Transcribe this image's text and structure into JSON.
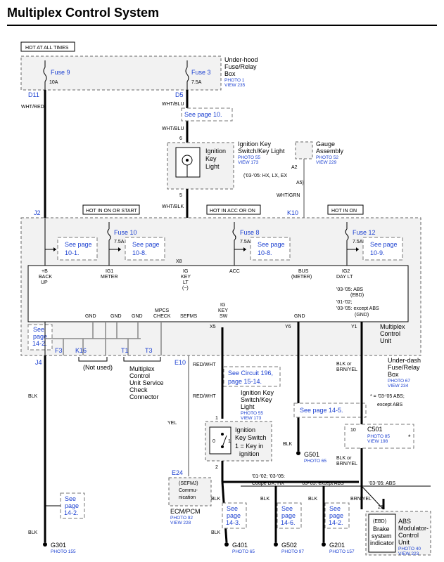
{
  "title": "Multiplex Control System",
  "hot_at_all_times": "HOT AT ALL TIMES",
  "underhood_box": {
    "name_lines": [
      "Under-hood",
      "Fuse/Relay",
      "Box"
    ],
    "photo": "PHOTO 1",
    "view": "VIEW 235"
  },
  "fuse9": {
    "label": "Fuse 9",
    "amps": "10A"
  },
  "fuse3": {
    "label": "Fuse 3",
    "amps": "7.5A"
  },
  "loc_d11": "D11",
  "loc_d5": "D5",
  "wire_wht_red": "WHT/RED",
  "wire_wht_blu_1": "WHT/BLU",
  "wire_wht_blu_2": "WHT/BLU",
  "see_page_10": "See page 10.",
  "ign_key_light": {
    "pin_top": "6",
    "pin_bottom": "5",
    "label_lines": [
      "Ignition",
      "Key",
      "Light"
    ],
    "name_lines": [
      "Ignition Key",
      "Switch/Key Light"
    ],
    "photo": "PHOTO 55",
    "view": "VIEW 173"
  },
  "gauge": {
    "name_lines": [
      "Gauge",
      "Assembly"
    ],
    "photo": "PHOTO 52",
    "view": "VIEW 229",
    "pin": "A2",
    "note_lines": [
      "('03-'05: HX, LX, EX",
      "A5)"
    ]
  },
  "wire_wht_grn": "WHT/GRN",
  "wire_wht_blk": "WHT/BLK",
  "loc_j2": "J2",
  "loc_k10": "K10",
  "loc_x8": "X8",
  "hot_run_start": "HOT IN ON OR START",
  "hot_acc_on": "HOT IN ACC OR ON",
  "hot_on": "HOT IN ON",
  "see_10_1": [
    "See page",
    "10-1."
  ],
  "fuse10": {
    "label": "Fuse 10",
    "amps": "7.5A"
  },
  "see_10_8a": [
    "See page",
    "10-8."
  ],
  "fuse8": {
    "label": "Fuse 8",
    "amps": "7.5A"
  },
  "see_10_8b": [
    "See page",
    "10-8."
  ],
  "fuse12": {
    "label": "Fuse 12",
    "amps": "7.5A"
  },
  "see_10_9": [
    "See page",
    "10-9."
  ],
  "term_backup": [
    "+B",
    "BACK",
    "UP"
  ],
  "term_ig1": [
    "IG1",
    "METER"
  ],
  "term_igkey": [
    "IG",
    "KEY",
    "LT",
    "(−)"
  ],
  "term_acc": [
    "ACC"
  ],
  "term_bus": [
    "BUS",
    "(METER)"
  ],
  "term_ig2": [
    "IG2",
    "DAY LT"
  ],
  "abs_note_lines": [
    "'03-'05: ABS",
    "(EBD)",
    "'01-'02;",
    "'03-'05: except ABS",
    "(GND)"
  ],
  "term_gnd1": "GND",
  "term_gnd2": "GND",
  "term_gnd3": "GND",
  "term_mpcs": [
    "MPCS",
    "CHECK"
  ],
  "term_sefms": "SEFMS",
  "term_igkeysw": [
    "IG",
    "KEY",
    "SW"
  ],
  "term_gnd4": "GND",
  "loc_x5": "X5",
  "loc_y6": "Y6",
  "loc_y1": "Y1",
  "mcu_name_lines": [
    "Multiplex",
    "Control",
    "Unit"
  ],
  "see_14_2_inner": [
    "See",
    "page",
    "14-2."
  ],
  "loc_j4": "J4",
  "loc_f3": "F3",
  "loc_k16": "K16",
  "loc_t1": "T1",
  "loc_t3": "T3",
  "loc_e10": "E10",
  "not_used": "(Not used)",
  "check_connector_lines": [
    "Multiplex",
    "Control",
    "Unit Service",
    "Check",
    "Connector"
  ],
  "underdash_box": {
    "name_lines": [
      "Under-dash",
      "Fuse/Relay",
      "Box"
    ],
    "photo": "PHOTO 67",
    "view": "VIEW 234"
  },
  "wire_blk_or_brnyel_1": [
    "BLK or",
    "BRN/YEL"
  ],
  "abs_footnote_lines": [
    "* =  '03-'05 ABS;",
    "except ABS"
  ],
  "wire_red_wht_1": "RED/WHT",
  "see_circuit_196": [
    "See Circuit 196,",
    "page 15-14."
  ],
  "wire_red_wht_2": "RED/WHT",
  "ign_key_switch_name": {
    "name_lines": [
      "Ignition Key",
      "Switch/Key",
      "Light"
    ],
    "photo": "PHOTO 55",
    "view": "VIEW 173"
  },
  "see_14_5": "See page 14-5.",
  "c501": {
    "pin": "10",
    "label": "C501",
    "photo": "PHOTO 85",
    "view": "VIEW 198",
    "star": "*"
  },
  "wire_blk_1": "BLK",
  "wire_yel": "YEL",
  "ign_switch": {
    "pin_top": "1",
    "pin_bottom": "2",
    "pos0": "0",
    "pos1": "1",
    "label_lines": [
      "Ignition",
      "Key Switch",
      "1 =  Key in",
      "ignition"
    ]
  },
  "g501": {
    "label": "G501",
    "photo": "PHOTO 65"
  },
  "wire_blk_or_brnyel_2": [
    "BLK or",
    "BRN/YEL"
  ],
  "coupe_note": [
    "'01-'02; '03-'05:",
    "Coupe DX, HX"
  ],
  "except_abs_note": "'03-'05: except ABS",
  "abs_note": "'03-'05: ABS",
  "loc_e24": "E24",
  "ecm": {
    "inner_lines": [
      "(SEFMJ)",
      "Commu-",
      "nication"
    ],
    "name": "ECM/PCM",
    "photo": "PHOTO 92",
    "view": "VIEW 228"
  },
  "wire_blk_2": "BLK",
  "wire_blk_3": "BLK",
  "wire_blk_4": "BLK",
  "wire_blk_5": "BLK",
  "wire_brn_yel": "BRN/YEL",
  "see_14_2_left": [
    "See",
    "page",
    "14-2."
  ],
  "see_14_3": [
    "See",
    "page",
    "14-3."
  ],
  "see_14_6": [
    "See",
    "page",
    "14-6."
  ],
  "see_14_2_right": [
    "See",
    "page",
    "14-2."
  ],
  "abs_modulator": {
    "pin": "21",
    "inner_lines": [
      "(EBD)",
      "Brake",
      "system",
      "indicator"
    ],
    "name_lines": [
      "ABS",
      "Modulator-",
      "Control",
      "Unit"
    ],
    "photo": "PHOTO 40",
    "view": "VIEW 223"
  },
  "wire_blk_6": "BLK",
  "g301": {
    "label": "G301",
    "photo": "PHOTO 155"
  },
  "g401": {
    "label": "G401",
    "photo": "PHOTO 65"
  },
  "g502": {
    "label": "G502",
    "photo": "PHOTO 97"
  },
  "g201": {
    "label": "G201",
    "photo": "PHOTO 157"
  }
}
